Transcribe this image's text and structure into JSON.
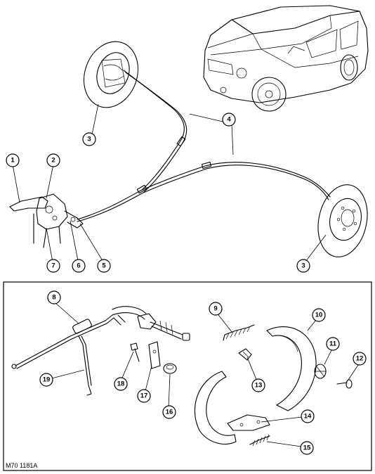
{
  "figure_code": "M70 1181A",
  "callouts": [
    "1",
    "2",
    "3",
    "4",
    "5",
    "6",
    "7",
    "8",
    "9",
    "10",
    "11",
    "12",
    "13",
    "14",
    "15",
    "16",
    "17",
    "18",
    "19"
  ]
}
